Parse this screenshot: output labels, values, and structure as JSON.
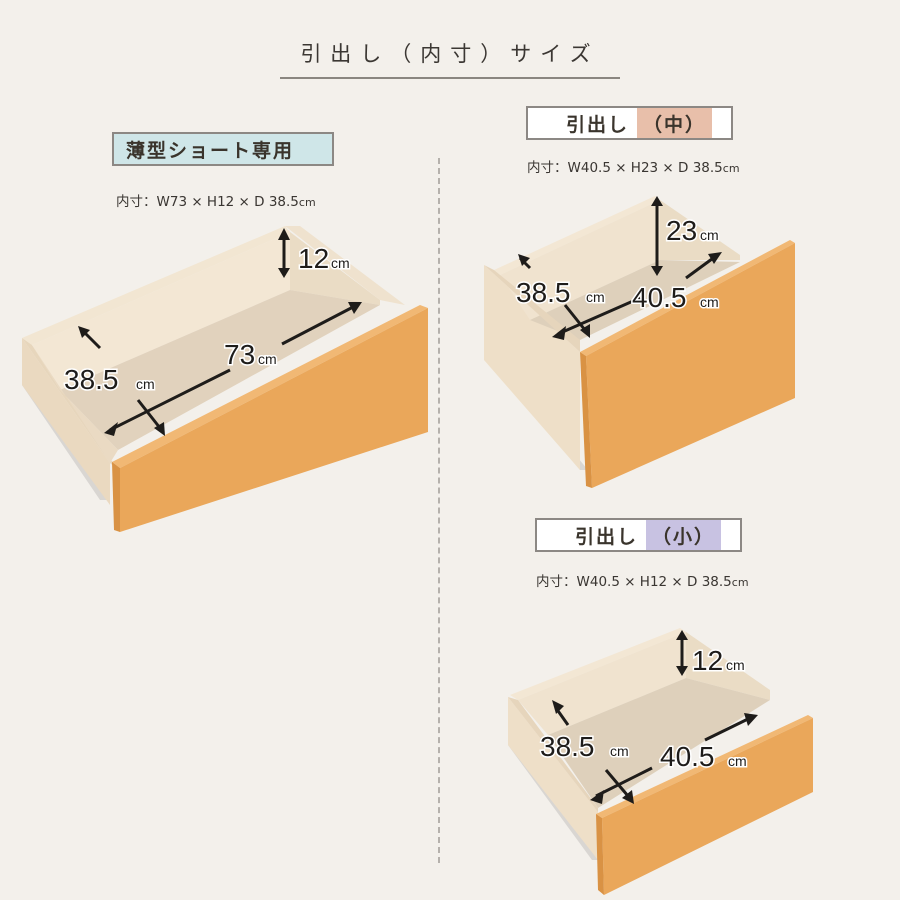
{
  "page": {
    "title": "引出し（内寸）サイズ",
    "background": "#f3f0eb"
  },
  "drawers": [
    {
      "id": "thin-short",
      "label": "薄型ショート専用",
      "label_highlight": "",
      "label_color": "#cfe6e8",
      "spec_prefix": "内寸：",
      "spec": "W73 × H12 × D  38.5",
      "spec_unit": "cm",
      "dimensions": {
        "width": "73",
        "height": "12",
        "depth": "38.5",
        "unit": "cm"
      }
    },
    {
      "id": "medium",
      "label": "引出し",
      "label_highlight": "（中）",
      "label_color": "#e8bfaa",
      "spec_prefix": "内寸：",
      "spec": "W40.5 × H23 × D  38.5",
      "spec_unit": "cm",
      "dimensions": {
        "width": "40.5",
        "height": "23",
        "depth": "38.5",
        "unit": "cm"
      }
    },
    {
      "id": "small",
      "label": "引出し",
      "label_highlight": "（小）",
      "label_color": "#c8c2e2",
      "spec_prefix": "内寸：",
      "spec": "W40.5 × H12 × D  38.5",
      "spec_unit": "cm",
      "dimensions": {
        "width": "40.5",
        "height": "12",
        "depth": "38.5",
        "unit": "cm"
      }
    }
  ],
  "colors": {
    "front_panel": "#e8a75c",
    "inner_wood": "#eadbc6",
    "side_wood": "#f0e2cc",
    "arrow": "#1e1c1a"
  }
}
